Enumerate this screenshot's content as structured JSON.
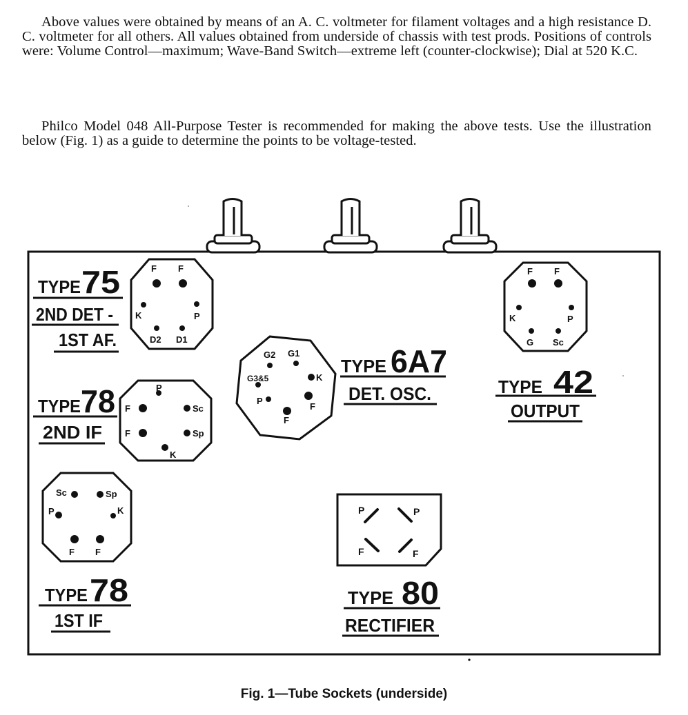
{
  "text": {
    "paragraph1": "Above values were obtained by means of an A. C. voltmeter for filament voltages and a high resistance D. C. voltmeter for all others. All values obtained from underside of chassis with test prods. Positions of controls were: Volume Control—maximum; Wave-Band Switch—extreme left (counter-clockwise); Dial at 520 K.C.",
    "paragraph2": "Philco Model 048 All-Purpose Tester is recommended for making the above tests. Use the illustration below (Fig. 1) as a guide to determine the points to be voltage-tested.",
    "caption": "Fig. 1—Tube Sockets (underside)"
  },
  "sockets": {
    "t75": {
      "type_prefix": "TYPE",
      "type_num": "75",
      "line2": "2ND DET -",
      "line3": "1ST AF.",
      "pins": {
        "f1": "F",
        "f2": "F",
        "k": "K",
        "p": "P",
        "d2": "D2",
        "d1": "D1"
      }
    },
    "t78a": {
      "type_prefix": "TYPE",
      "type_num": "78",
      "line2": "2ND IF",
      "pins": {
        "p": "P",
        "f1": "F",
        "f2": "F",
        "sc": "Sc",
        "sp": "Sp",
        "k": "K"
      }
    },
    "t78b": {
      "type_prefix": "TYPE",
      "type_num": "78",
      "line2": "1ST IF",
      "pins": {
        "sc": "Sc",
        "sp": "Sp",
        "p": "P",
        "k": "K",
        "f1": "F",
        "f2": "F"
      }
    },
    "t6a7": {
      "type_prefix": "TYPE",
      "type_num": "6A7",
      "line2": "DET. OSC.",
      "pins": {
        "g2": "G2",
        "g1": "G1",
        "g35": "G3&5",
        "k": "K",
        "p": "P",
        "f1": "F",
        "f2": "F"
      }
    },
    "t42": {
      "type_prefix": "TYPE",
      "type_num": "42",
      "line2": "OUTPUT",
      "pins": {
        "f1": "F",
        "f2": "F",
        "k": "K",
        "p": "P",
        "g": "G",
        "sc": "Sc"
      }
    },
    "t80": {
      "type_prefix": "TYPE",
      "type_num": "80",
      "line2": "RECTIFIER",
      "pins": {
        "p1": "P",
        "p2": "P",
        "f1": "F",
        "f2": "F"
      }
    }
  }
}
